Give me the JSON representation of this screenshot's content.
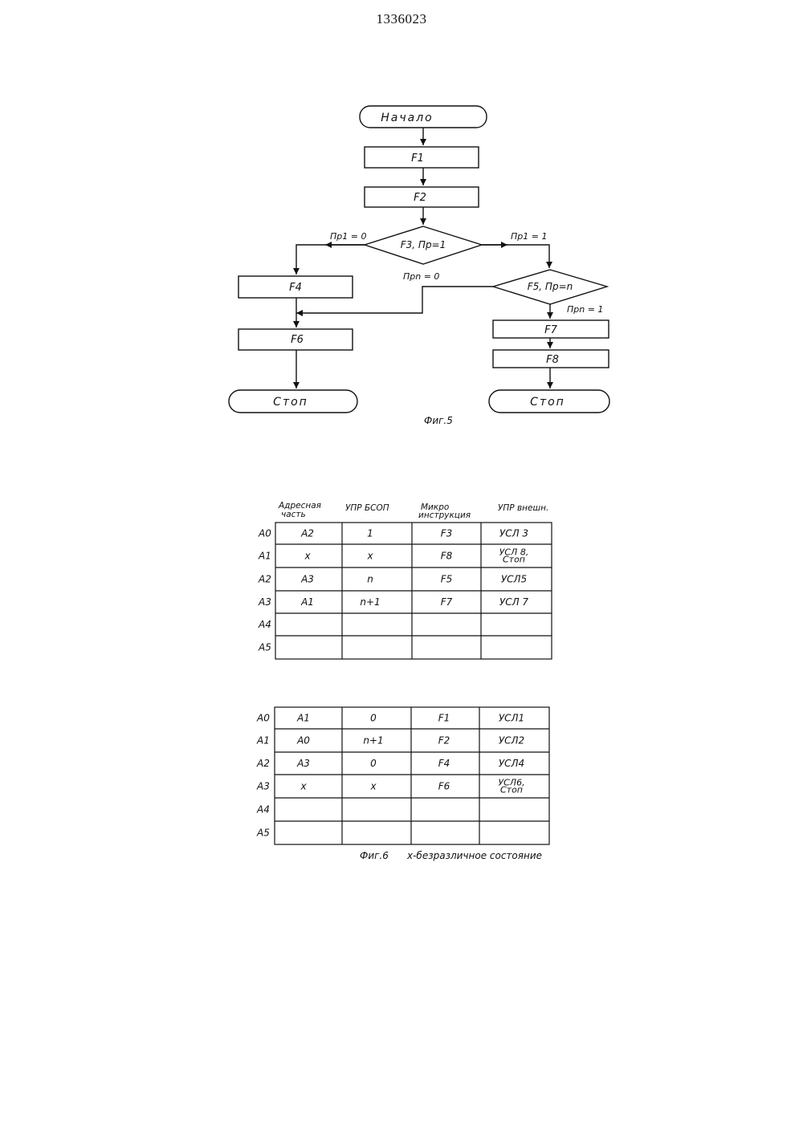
{
  "page_number": "1336023",
  "flowchart": {
    "start": "Начало",
    "f1": "F1",
    "f2": "F2",
    "decision1": "F3, Пр=1",
    "decision1_left": "Пр1 = 0",
    "decision1_right": "Пр1 = 1",
    "decision2": "F5, Пр=n",
    "decision2_left": "Прn = 0",
    "decision2_down": "Прn = 1",
    "f4": "F4",
    "f6": "F6",
    "f7": "F7",
    "f8": "F8",
    "stop_left": "Стоп",
    "stop_right": "Стоп",
    "caption": "Фиг.5"
  },
  "table1": {
    "headers": [
      "Адресная часть",
      "УПР БСОП",
      "Микро инструкция",
      "УПР внешн."
    ],
    "row_labels": [
      "A0",
      "A1",
      "A2",
      "A3",
      "A4",
      "A5"
    ],
    "rows": [
      [
        "A2",
        "1",
        "F3",
        "УСЛ 3"
      ],
      [
        "x",
        "x",
        "F8",
        "УСЛ 8, Стоп"
      ],
      [
        "A3",
        "n",
        "F5",
        "УСЛ5"
      ],
      [
        "A1",
        "n+1",
        "F7",
        "УСЛ 7"
      ],
      [
        "",
        "",
        "",
        ""
      ],
      [
        "",
        "",
        "",
        ""
      ]
    ]
  },
  "table2": {
    "row_labels": [
      "A0",
      "A1",
      "A2",
      "A3",
      "A4",
      "A5"
    ],
    "rows": [
      [
        "A1",
        "0",
        "F1",
        "УСЛ1"
      ],
      [
        "A0",
        "n+1",
        "F2",
        "УСЛ2"
      ],
      [
        "A3",
        "0",
        "F4",
        "УСЛ4"
      ],
      [
        "x",
        "x",
        "F6",
        "УСЛ6, Стоп"
      ],
      [
        "",
        "",
        "",
        ""
      ],
      [
        "",
        "",
        "",
        ""
      ]
    ],
    "caption": "Фиг.6",
    "note": "x-безразличное состояние"
  }
}
